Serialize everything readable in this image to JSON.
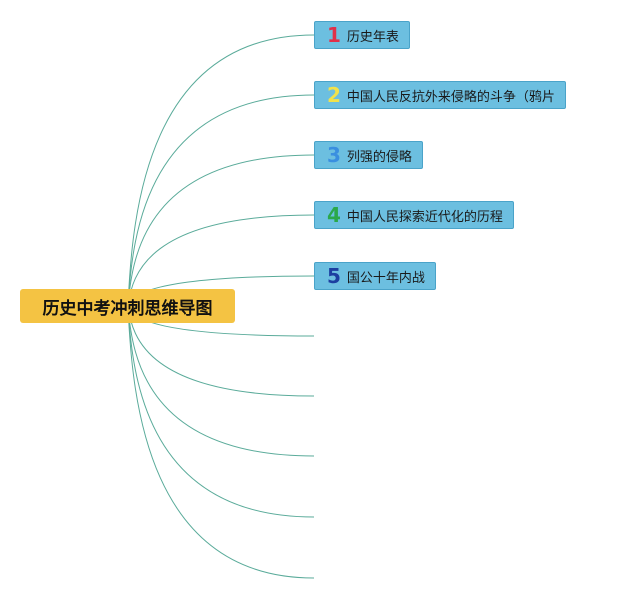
{
  "root": {
    "label": "历史中考冲刺思维导图",
    "color": "#f4c343"
  },
  "connector_color": "#5aab9a",
  "branches": [
    {
      "number": "1",
      "number_color": "#e0304a",
      "label": "历史年表"
    },
    {
      "number": "2",
      "number_color": "#f2e24a",
      "label": "中国人民反抗外来侵略的斗争（鸦片"
    },
    {
      "number": "3",
      "number_color": "#3a8fe0",
      "label": "列强的侵略"
    },
    {
      "number": "4",
      "number_color": "#2aa84a",
      "label": "中国人民探索近代化的历程"
    },
    {
      "number": "5",
      "number_color": "#1c3fa0",
      "label": "国公十年内战"
    }
  ],
  "empty_branch_count": 5
}
